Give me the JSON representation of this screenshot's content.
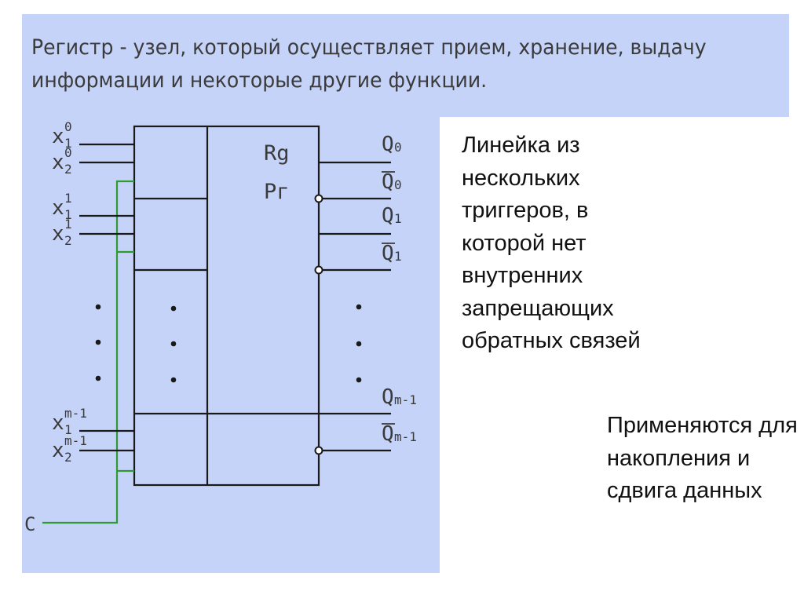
{
  "definition": "Регистр - узел, который осуществляет прием, хранение, выдачу информации и некоторые другие функции.",
  "register": {
    "label_latin": "Rg",
    "label_cyrillic": "Рг",
    "inputs": [
      {
        "base": "x",
        "sub": "1",
        "sup": "0"
      },
      {
        "base": "x",
        "sub": "2",
        "sup": "0"
      },
      {
        "base": "x",
        "sub": "1",
        "sup": "1"
      },
      {
        "base": "x",
        "sub": "2",
        "sup": "1"
      },
      {
        "base": "x",
        "sub": "1",
        "sup": "m-1"
      },
      {
        "base": "x",
        "sub": "2",
        "sup": "m-1"
      }
    ],
    "outputs": [
      {
        "base": "Q",
        "sub": "0"
      },
      {
        "base": "Q",
        "sub": "0",
        "bar": true
      },
      {
        "base": "Q",
        "sub": "1"
      },
      {
        "base": "Q",
        "sub": "1",
        "bar": true
      },
      {
        "base": "Q",
        "sub": "m-1"
      },
      {
        "base": "Q",
        "sub": "m-1",
        "bar": true
      }
    ],
    "clock_label": "C",
    "clock_line_color": "#2f9a2f"
  },
  "side_text_1": "Линейка из нескольких триггеров, в которой нет внутренних запрещающих обратных связей",
  "side_text_2": "Применяются для накопления и сдвига данных"
}
